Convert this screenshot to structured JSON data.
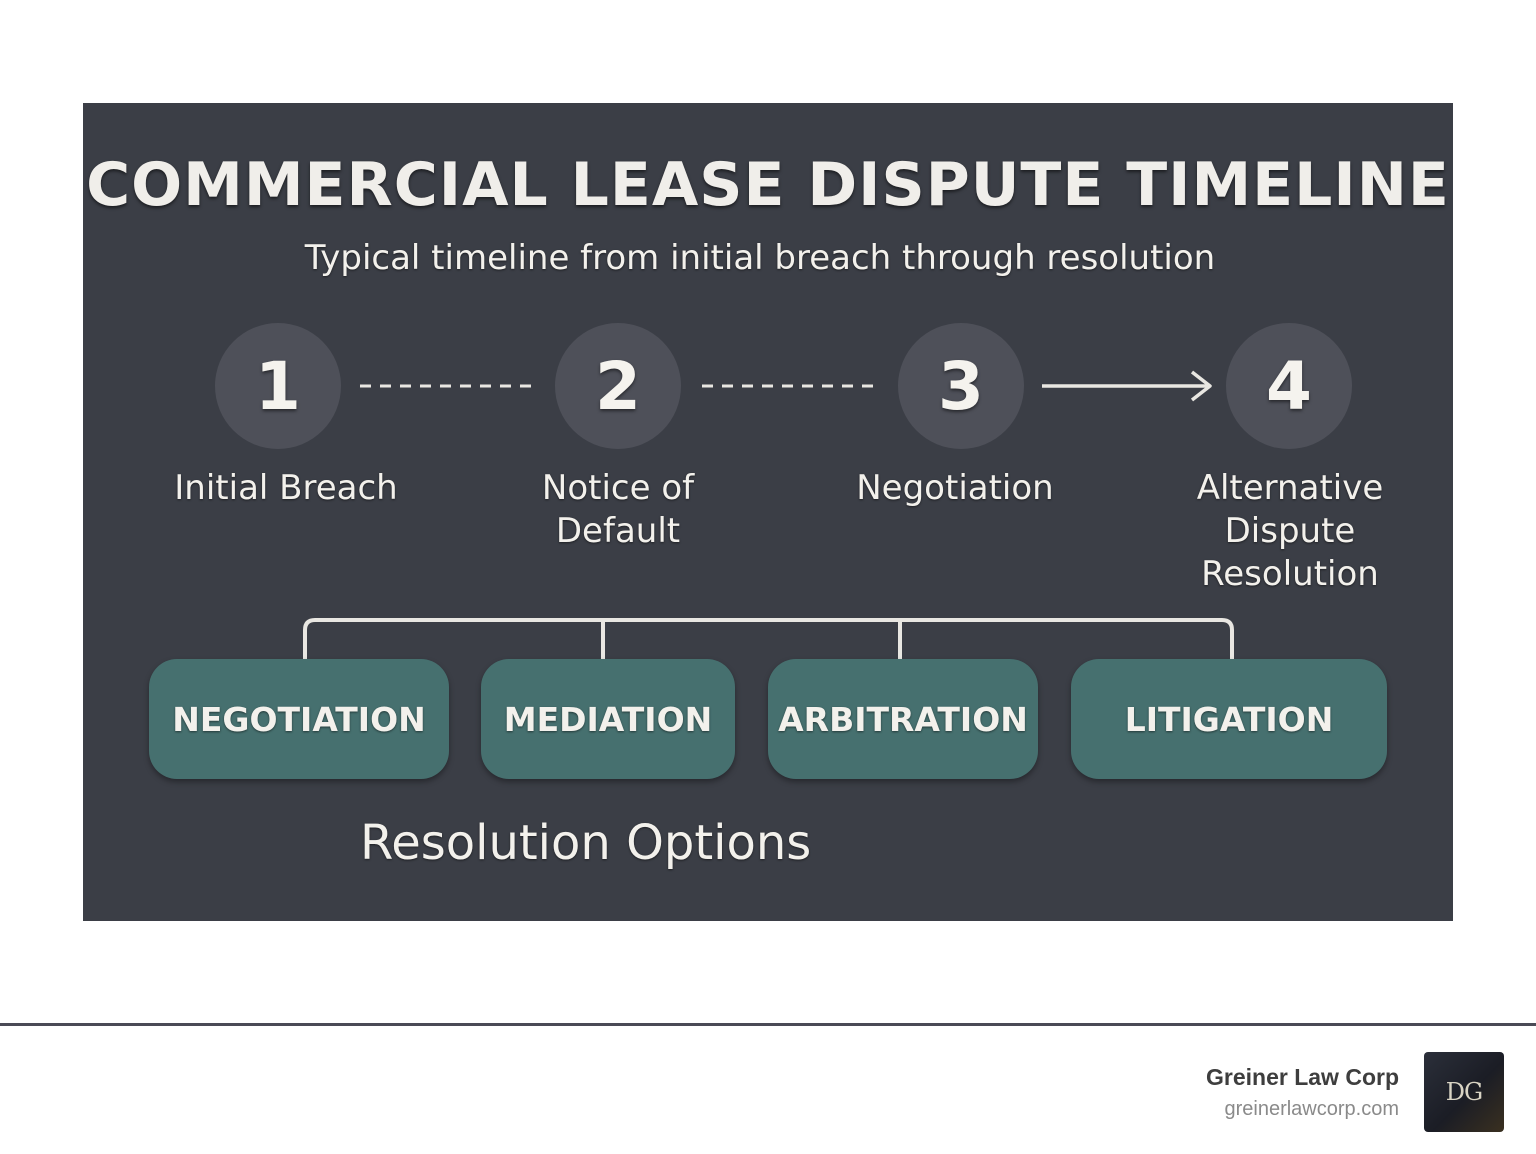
{
  "diagram": {
    "title": "COMMERCIAL LEASE DISPUTE TIMELINE",
    "subtitle": "Typical timeline from initial breach through resolution",
    "steps": [
      {
        "number": "1",
        "label": "Initial Breach"
      },
      {
        "number": "2",
        "label": "Notice of Default"
      },
      {
        "number": "3",
        "label": "Negotiation"
      },
      {
        "number": "4",
        "label": "Alternative Dispute Resolution"
      }
    ],
    "options": [
      "NEGOTIATION",
      "MEDIATION",
      "ARBITRATION",
      "LITIGATION"
    ],
    "options_caption": "Resolution Options"
  },
  "footer": {
    "brand_name": "Greiner Law Corp",
    "brand_url": "greinerlawcorp.com",
    "logo_text": "DG"
  },
  "colors": {
    "panel": "#3b3e46",
    "step_circle": "#4e5059",
    "option_box": "#46706f",
    "text": "#f3f1ec"
  }
}
